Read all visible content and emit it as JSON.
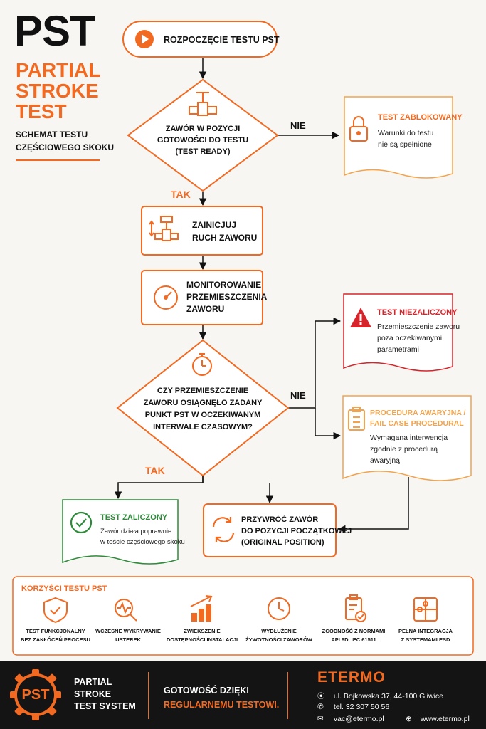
{
  "header": {
    "logo": "PST",
    "title_lines": [
      "PARTIAL",
      "STROKE",
      "TEST"
    ],
    "subtitle_lines": [
      "SCHEMAT TESTU",
      "CZĘŚCIOWEGO SKOKU"
    ]
  },
  "flow": {
    "start": "ROZPOCZĘCIE TESTU PST",
    "ready_decision": [
      "ZAWÓR W POZYCJI",
      "GOTOWOŚCI DO TESTU",
      "(TEST READY)"
    ],
    "no1": "NIE",
    "yes1": "TAK",
    "blocked": {
      "title": "TEST ZABLOKOWANY",
      "lines": [
        "Warunki do testu",
        "nie są spełnione"
      ]
    },
    "init": [
      "ZAINICJUJ",
      "RUCH ZAWORU"
    ],
    "monitor": [
      "MONITOROWANIE",
      "PRZEMIESZCZENIA",
      "ZAWORU"
    ],
    "reach_decision": [
      "CZY PRZEMIESZCZENIE",
      "ZAWORU OSIĄGNĘŁO ZADANY",
      "PUNKT PST W OCZEKIWANYM",
      "INTERWALE CZASOWYM?"
    ],
    "no2": "NIE",
    "yes2": "TAK",
    "failed": {
      "title": "TEST NIEZALICZONY",
      "lines": [
        "Przemieszczenie zaworu",
        "poza oczekiwanymi",
        "parametrami"
      ]
    },
    "failcase": {
      "title_lines": [
        "PROCEDURA AWARYJNA /",
        "FAIL CASE PROCEDURAL"
      ],
      "lines": [
        "Wymagana interwencja",
        "zgodnie z procedurą",
        "awaryjną"
      ]
    },
    "passed": {
      "title": "TEST ZALICZONY",
      "lines": [
        "Zawór działa poprawnie",
        "w teście częściowego skoku"
      ]
    },
    "restore": [
      "PRZYWRÓĆ ZAWÓR",
      "DO POZYCJI POCZĄTKOWEJ",
      "(ORIGINAL POSITION)"
    ]
  },
  "benefits": {
    "title": "KORZYŚCI TESTU PST",
    "items": [
      {
        "icon": "shield-check-icon",
        "lines": [
          "TEST FUNKCJONALNY",
          "BEZ ZAKŁÓCEŃ PROCESU"
        ]
      },
      {
        "icon": "magnifier-pulse-icon",
        "lines": [
          "WCZESNE WYKRYWANIE",
          "USTEREK"
        ]
      },
      {
        "icon": "growth-chart-icon",
        "lines": [
          "ZWIĘKSZENIE",
          "DOSTĘPNOŚCI INSTALACJI"
        ]
      },
      {
        "icon": "clock-icon",
        "lines": [
          "WYDŁUŻENIE",
          "ŻYWOTNOŚCI ZAWORÓW"
        ]
      },
      {
        "icon": "clipboard-check-icon",
        "lines": [
          "ZGODNOŚĆ Z NORMAMI",
          "API 6D, IEC 61511"
        ]
      },
      {
        "icon": "puzzle-icon",
        "lines": [
          "PEŁNA INTEGRACJA",
          "Z SYSTEMAMI ESD"
        ]
      }
    ]
  },
  "footer": {
    "badge": "PST",
    "system_lines": [
      "PARTIAL",
      "STROKE",
      "TEST SYSTEM"
    ],
    "tagline_1": "GOTOWOŚĆ DZIĘKI",
    "tagline_2": "REGULARNEMU TESTOWI.",
    "brand": "ETERMO",
    "address": "ul. Bojkowska 37, 44-100 Gliwice",
    "phone": "tel. 32 307 50 56",
    "email": "vac@etermo.pl",
    "website": "www.etermo.pl"
  },
  "colors": {
    "accent": "#f26a21",
    "red": "#d6242a",
    "green": "#2e8b3a",
    "amber": "#f3a34a",
    "dark": "#141414"
  }
}
